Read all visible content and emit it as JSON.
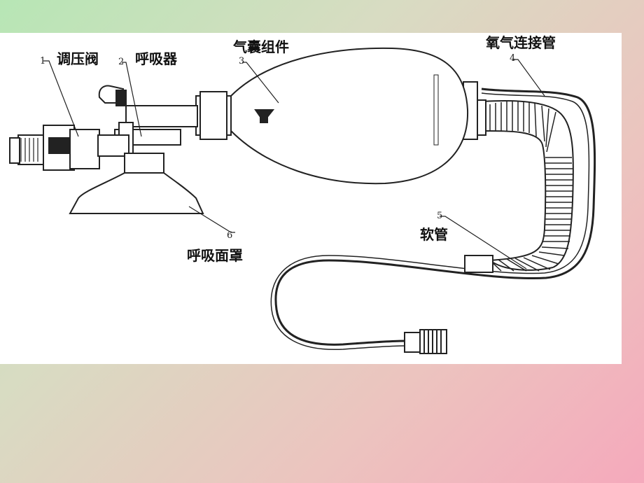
{
  "labels": {
    "regulator_valve": "调压阀",
    "breathing_valve": "呼吸器",
    "air_bag": "气囊组件",
    "oxygen_tube": "氧气连接管",
    "soft_tube": "软管",
    "face_mask": "呼吸面罩"
  },
  "numbers": {
    "n1": "1",
    "n2": "2",
    "n3": "3",
    "n4": "4",
    "n5": "5",
    "n6": "6"
  },
  "colors": {
    "background_start": "#b7e6b5",
    "background_end": "#f5a9bc",
    "panel": "#ffffff",
    "line": "#222222"
  }
}
